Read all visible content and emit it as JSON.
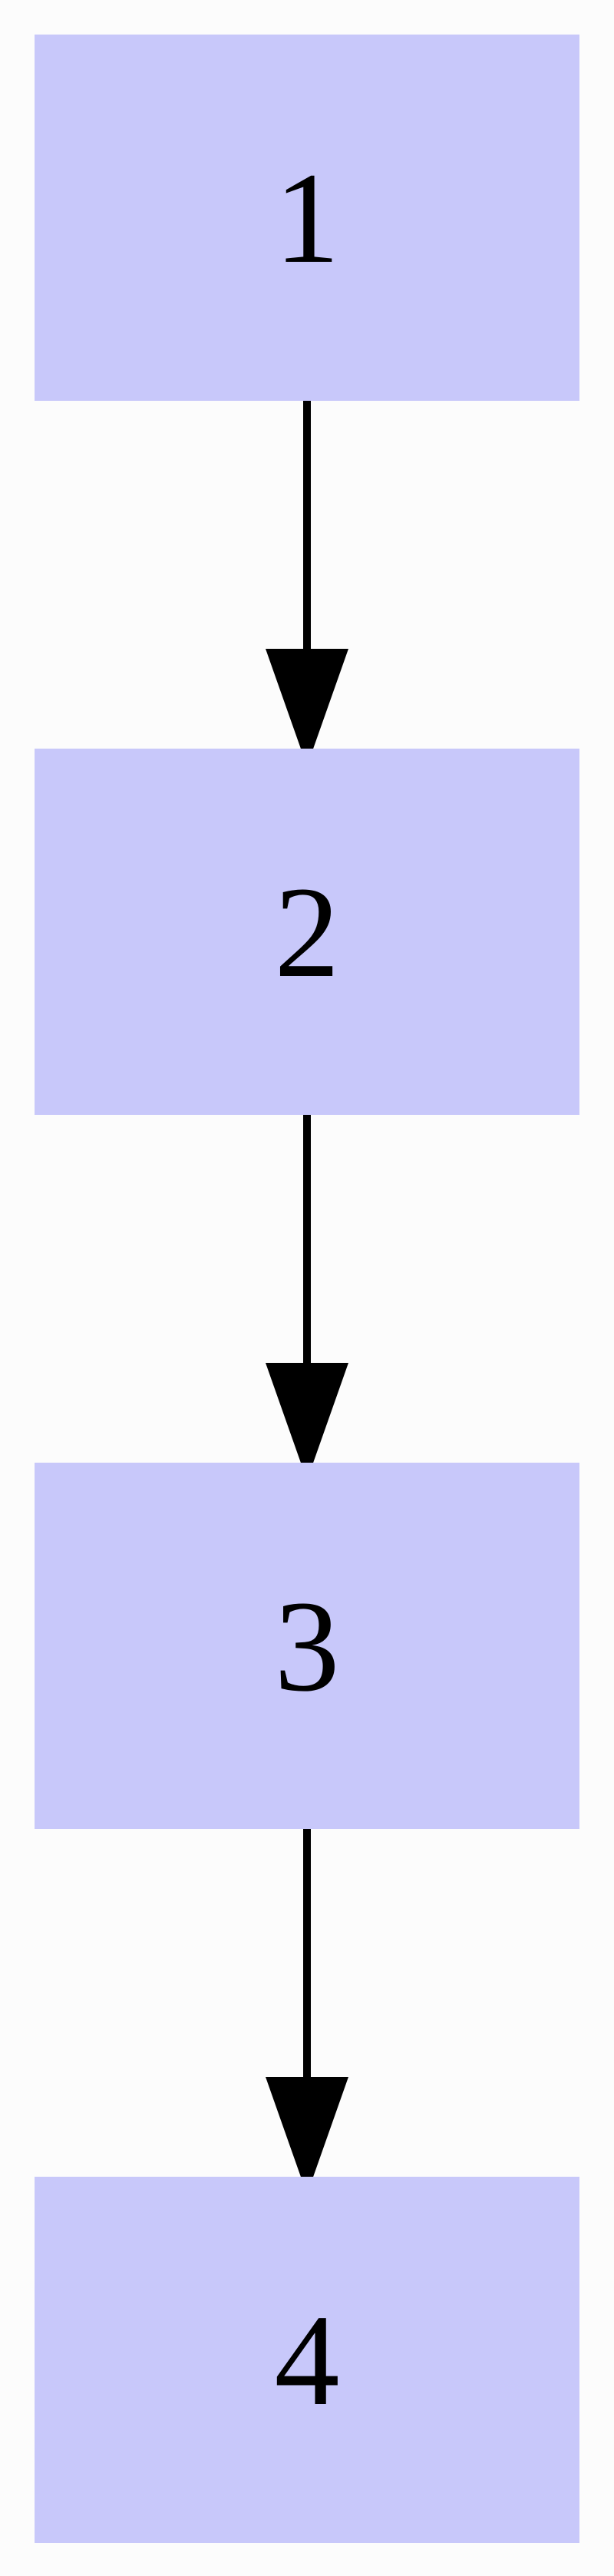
{
  "colors": {
    "background": "#fcfcfc",
    "node_fill": "#c8c8fa",
    "edge": "#000000",
    "text": "#000000"
  },
  "nodes": [
    {
      "id": "1",
      "label": "1"
    },
    {
      "id": "2",
      "label": "2"
    },
    {
      "id": "3",
      "label": "3"
    },
    {
      "id": "4",
      "label": "4"
    }
  ],
  "edges": [
    {
      "from": "1",
      "to": "2"
    },
    {
      "from": "2",
      "to": "3"
    },
    {
      "from": "3",
      "to": "4"
    }
  ]
}
